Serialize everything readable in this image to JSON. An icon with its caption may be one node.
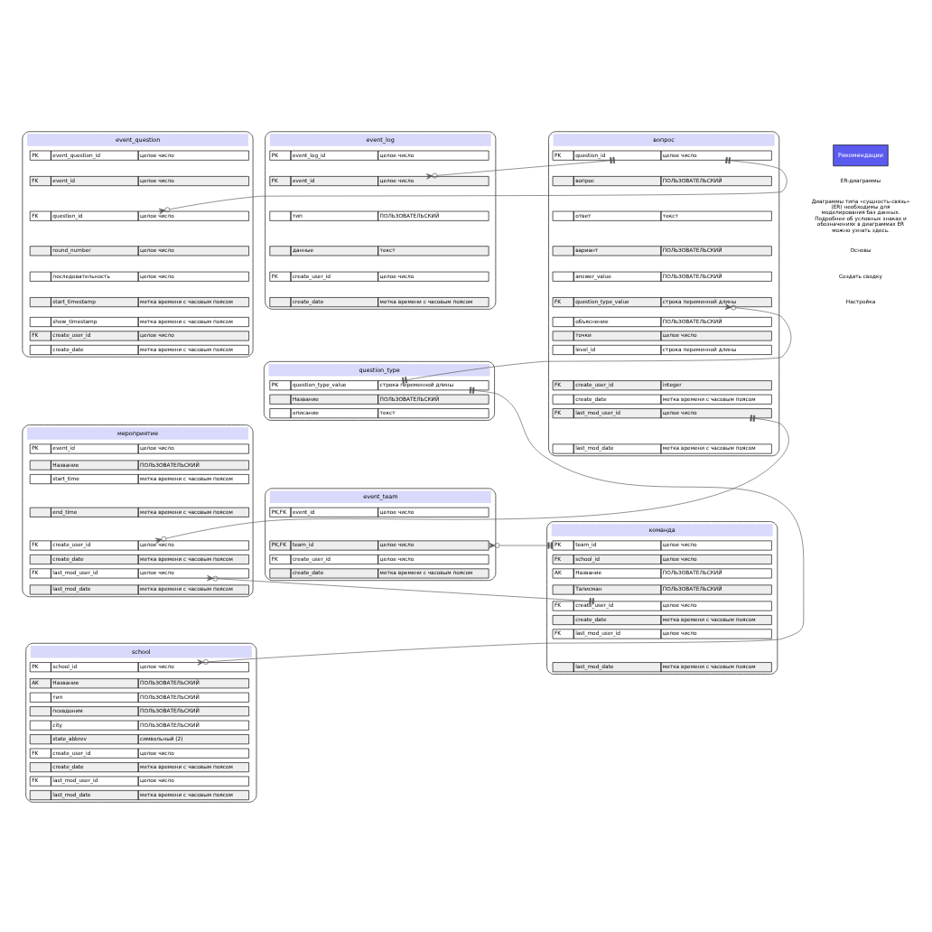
{
  "diagram": {
    "nodes": [
      {
        "text": [
          "event_question"
        ]
      },
      {
        "text": [
          "PK",
          "event_question_id",
          "целое число"
        ],
        "in": 0
      },
      {
        "text": [
          "FK",
          "event_id",
          "целое число"
        ],
        "in": 0
      },
      {
        "text": [
          "FK",
          "question_id",
          "целое число"
        ],
        "in": 0
      },
      {
        "text": [
          "round_number",
          "целое число"
        ],
        "in": 0
      },
      {
        "text": [
          "последовательность",
          "целое число"
        ],
        "in": 0
      },
      {
        "text": [
          "start_timestamp",
          "метка времени с часовым поясом"
        ],
        "in": 0
      },
      {
        "text": [
          "show_timestamp",
          "метка времени с часовым поясом"
        ],
        "in": 0
      },
      {
        "text": [
          "FK",
          "create_user_id",
          "целое число"
        ],
        "in": 0
      },
      {
        "text": [
          "create_date",
          "метка времени с часовым поясом"
        ],
        "in": 0
      },
      {
        "text": [
          "вопрос"
        ]
      },
      {
        "text": [
          "PK",
          "question_id",
          "целое число"
        ],
        "in": 10
      },
      {
        "text": [
          "вопрос",
          "ПОЛЬЗОВАТЕЛЬСКИЙ"
        ],
        "in": 10
      },
      {
        "text": [
          "ответ",
          "текст"
        ],
        "in": 10
      },
      {
        "text": [
          "вариант",
          "ПОЛЬЗОВАТЕЛЬСКИЙ"
        ],
        "in": 10
      },
      {
        "text": [
          "answer_value",
          "ПОЛЬЗОВАТЕЛЬСКИЙ"
        ],
        "in": 10
      },
      {
        "text": [
          "FK",
          "question_type_value",
          "строка переменной длины"
        ],
        "in": 10
      },
      {
        "text": [
          "объяснение",
          "ПОЛЬЗОВАТЕЛЬСКИЙ"
        ],
        "in": 10
      },
      {
        "text": [
          "точки",
          "целое число"
        ],
        "in": 10
      },
      {
        "text": [
          "level_id",
          "строка переменной длины"
        ],
        "in": 10
      },
      {
        "text": [
          "FK",
          "create_user_id",
          "integer"
        ],
        "in": 10
      },
      {
        "text": [
          "create_date",
          "метка времени с часовым поясом"
        ],
        "in": 10
      },
      {
        "text": [
          "FK",
          "last_mod_user_id",
          "целое число"
        ],
        "in": 10
      },
      {
        "text": [
          "last_mod_date",
          "метка времени с часовым поясом"
        ],
        "in": 10
      },
      {
        "text": [
          "event_log"
        ]
      },
      {
        "text": [
          "PK",
          "event_log_id",
          "целое число"
        ],
        "in": 24
      },
      {
        "text": [
          "FK",
          "event_id",
          "целое число"
        ],
        "in": 24
      },
      {
        "text": [
          "тип",
          "ПОЛЬЗОВАТЕЛЬСКИЙ"
        ],
        "in": 24
      },
      {
        "text": [
          "данные",
          "текст"
        ],
        "in": 24
      },
      {
        "text": [
          "FK",
          "create_user_id",
          "целое число"
        ],
        "in": 24
      },
      {
        "text": [
          "create_date",
          "метка времени с часовым поясом"
        ],
        "in": 24
      },
      {
        "text": [
          "мероприятие"
        ]
      },
      {
        "text": [
          "PK",
          "event_id",
          "целое число"
        ],
        "in": 31
      },
      {
        "text": [
          "Название",
          "ПОЛЬЗОВАТЕЛЬСКИЙ"
        ],
        "in": 31
      },
      {
        "text": [
          "start_time",
          "метка времени с часовым поясом"
        ],
        "in": 31
      },
      {
        "text": [
          "end_time",
          "метка времени с часовым поясом"
        ],
        "in": 31
      },
      {
        "text": [
          "FK",
          "create_user_id",
          "целое число"
        ],
        "in": 31
      },
      {
        "text": [
          "create_date",
          "метка времени с часовым поясом"
        ],
        "in": 31
      },
      {
        "text": [
          "FK",
          "last_mod_user_id",
          "целое число"
        ],
        "in": 31
      },
      {
        "text": [
          "last_mod_date",
          "метка времени с часовым поясом"
        ],
        "in": 31
      },
      {
        "text": [
          "question_type"
        ]
      },
      {
        "text": [
          "PK",
          "question_type_value",
          "строка переменной длины"
        ],
        "in": 40
      },
      {
        "text": [
          "Название",
          "ПОЛЬЗОВАТЕЛЬСКИЙ"
        ],
        "in": 40
      },
      {
        "text": [
          "описание",
          "текст"
        ],
        "in": 40
      },
      {
        "text": [
          "команда"
        ]
      },
      {
        "text": [
          "PK",
          "team_id",
          "целое число"
        ],
        "in": 44
      },
      {
        "text": [
          "FK",
          "school_id",
          "целое число"
        ],
        "in": 44
      },
      {
        "text": [
          "AK",
          "Название",
          "ПОЛЬЗОВАТЕЛЬСКИЙ"
        ],
        "in": 44
      },
      {
        "text": [
          "Талисман",
          "ПОЛЬЗОВАТЕЛЬСКИЙ"
        ],
        "in": 44
      },
      {
        "text": [
          "FK",
          "create_user_id",
          "целое число"
        ],
        "in": 44
      },
      {
        "text": [
          "create_date",
          "метка времени с часовым поясом"
        ],
        "in": 44
      },
      {
        "text": [
          "FK",
          "last_mod_user_id",
          "целое число"
        ],
        "in": 44
      },
      {
        "text": [
          "last_mod_date",
          "метка времени с часовым поясом"
        ],
        "in": 44
      },
      {
        "text": [
          "school"
        ]
      },
      {
        "text": [
          "PK",
          "school_id",
          "целое число"
        ],
        "in": 53
      },
      {
        "text": [
          "AK",
          "Название",
          "ПОЛЬЗОВАТЕЛЬСКИЙ"
        ],
        "in": 53
      },
      {
        "text": [
          "тип",
          "ПОЛЬЗОВАТЕЛЬСКИЙ"
        ],
        "in": 53
      },
      {
        "text": [
          "псевдоним",
          "ПОЛЬЗОВАТЕЛЬСКИЙ"
        ],
        "in": 53
      },
      {
        "text": [
          "city",
          "ПОЛЬЗОВАТЕЛЬСКИЙ"
        ],
        "in": 53
      },
      {
        "text": [
          "state_abbrev",
          "символьный (2)"
        ],
        "in": 53
      },
      {
        "text": [
          "FK",
          "create_user_id",
          "целое число"
        ],
        "in": 53
      },
      {
        "text": [
          "create_date",
          "метка времени с часовым поясом"
        ],
        "in": 53
      },
      {
        "text": [
          "FK",
          "last_mod_user_id",
          "целое число"
        ],
        "in": 53
      },
      {
        "text": [
          "last_mod_date",
          "метка времени с часовым поясом"
        ],
        "in": 53
      },
      {
        "text": [
          "event_team"
        ]
      },
      {
        "text": [
          "PK,FK",
          "event_id",
          "целое число"
        ],
        "in": 64
      },
      {
        "text": [
          "PK,FK",
          "team_id",
          "целое число"
        ],
        "in": 64
      },
      {
        "text": [
          "FK",
          "create_user_id",
          "целое число"
        ],
        "in": 64
      },
      {
        "text": [
          "create_date",
          "метка времени с часовым поясом"
        ],
        "in": 64
      }
    ],
    "edges": [
      {
        "from": 11,
        "to": 3,
        "arrow": "other"
      },
      {
        "from": 41,
        "to": 16,
        "arrow": "other"
      },
      {
        "from": 11,
        "to": 26,
        "arrow": "other"
      },
      {
        "from": 22,
        "to": 36,
        "arrow": "other"
      },
      {
        "from": 45,
        "to": 66,
        "arrow": "other"
      },
      {
        "from": 49,
        "to": 38,
        "arrow": "other"
      },
      {
        "from": 41,
        "to": 54,
        "arrow": "other"
      }
    ],
    "labels": [
      "Рекомендации",
      "ER-диаграммы",
      "Диаграммы типа «сущность-связь» (ER) необходимы для моделирования баз данных. Подробнее об условных знаках и обозначениях в диаграммах ER можно узнать здесь.",
      "Основы",
      "Создать сводку",
      "Настройка"
    ]
  }
}
